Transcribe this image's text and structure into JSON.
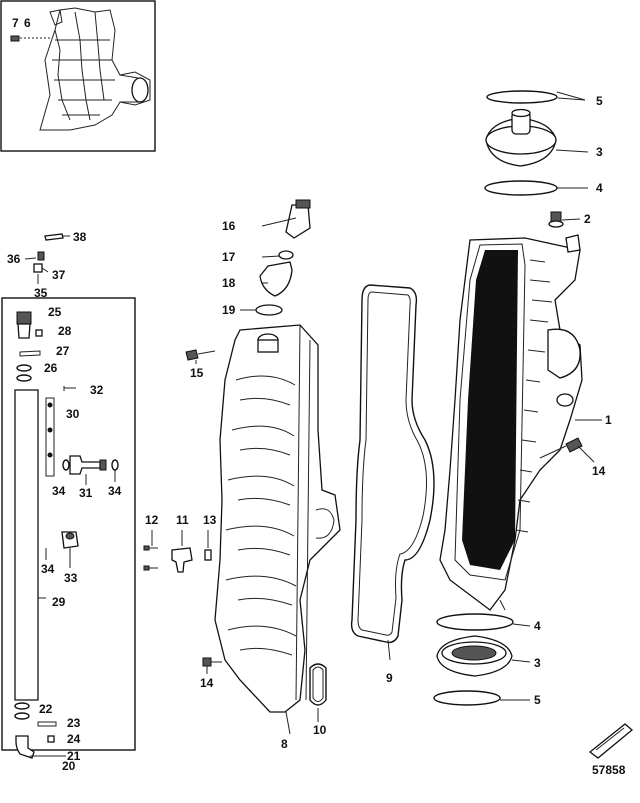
{
  "figure_number": "57858",
  "callouts": [
    {
      "id": "c7",
      "text": "7"
    },
    {
      "id": "c6",
      "text": "6"
    },
    {
      "id": "c5a",
      "text": "5"
    },
    {
      "id": "c3a",
      "text": "3"
    },
    {
      "id": "c4a",
      "text": "4"
    },
    {
      "id": "c2",
      "text": "2"
    },
    {
      "id": "c1",
      "text": "1"
    },
    {
      "id": "c14a",
      "text": "14"
    },
    {
      "id": "c4b",
      "text": "4"
    },
    {
      "id": "c3b",
      "text": "3"
    },
    {
      "id": "c5b",
      "text": "5"
    },
    {
      "id": "c16",
      "text": "16"
    },
    {
      "id": "c17",
      "text": "17"
    },
    {
      "id": "c18",
      "text": "18"
    },
    {
      "id": "c19",
      "text": "19"
    },
    {
      "id": "c15",
      "text": "15"
    },
    {
      "id": "c38",
      "text": "38"
    },
    {
      "id": "c36",
      "text": "36"
    },
    {
      "id": "c37",
      "text": "37"
    },
    {
      "id": "c35",
      "text": "35"
    },
    {
      "id": "c25",
      "text": "25"
    },
    {
      "id": "c28",
      "text": "28"
    },
    {
      "id": "c27",
      "text": "27"
    },
    {
      "id": "c26",
      "text": "26"
    },
    {
      "id": "c32",
      "text": "32"
    },
    {
      "id": "c30",
      "text": "30"
    },
    {
      "id": "c34a",
      "text": "34"
    },
    {
      "id": "c31",
      "text": "31"
    },
    {
      "id": "c34b",
      "text": "34"
    },
    {
      "id": "c34c",
      "text": "34"
    },
    {
      "id": "c33",
      "text": "33"
    },
    {
      "id": "c29",
      "text": "29"
    },
    {
      "id": "c22",
      "text": "22"
    },
    {
      "id": "c23",
      "text": "23"
    },
    {
      "id": "c24",
      "text": "24"
    },
    {
      "id": "c21",
      "text": "21"
    },
    {
      "id": "c20",
      "text": "20"
    },
    {
      "id": "c12",
      "text": "12"
    },
    {
      "id": "c11",
      "text": "11"
    },
    {
      "id": "c13",
      "text": "13"
    },
    {
      "id": "c14b",
      "text": "14"
    },
    {
      "id": "c8",
      "text": "8"
    },
    {
      "id": "c10",
      "text": "10"
    },
    {
      "id": "c9",
      "text": "9"
    }
  ]
}
